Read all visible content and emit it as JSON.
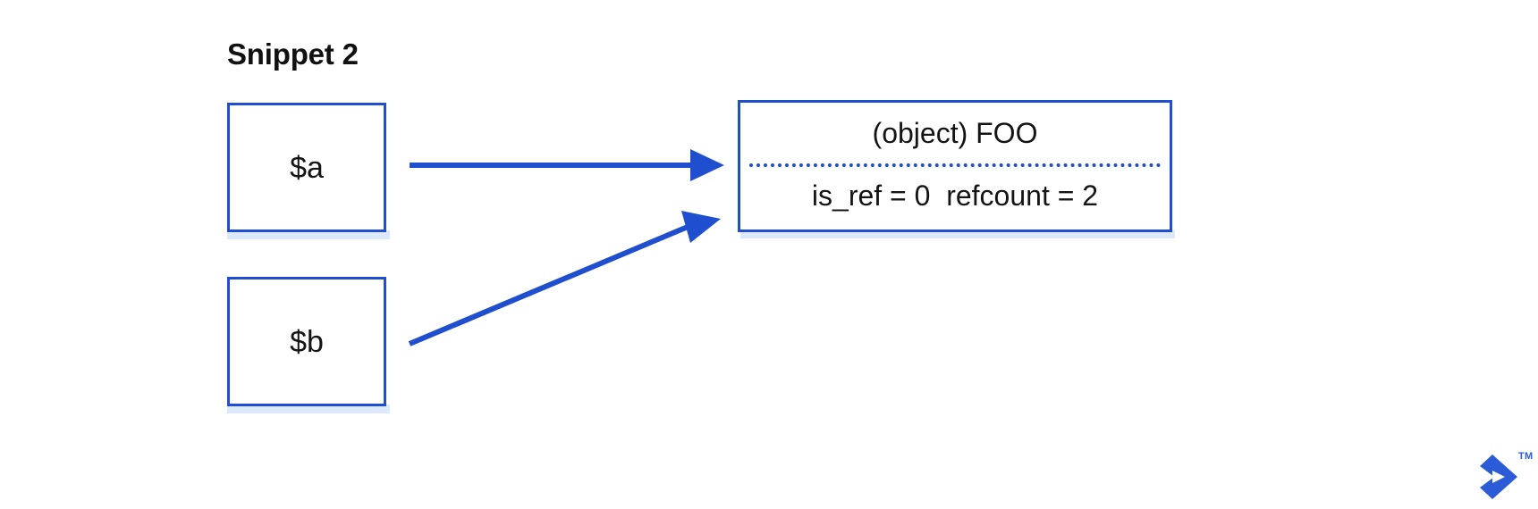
{
  "title": "Snippet 2",
  "variables": [
    {
      "id": "a",
      "label": "$a"
    },
    {
      "id": "b",
      "label": "$b"
    }
  ],
  "object": {
    "title": "(object) FOO",
    "meta": "is_ref = 0  refcount = 2",
    "is_ref": "0",
    "refcount": "2"
  },
  "arrows": [
    {
      "id": "a-to-foo",
      "from": "$a",
      "to": "(object) FOO",
      "style": "straight"
    },
    {
      "id": "b-to-foo",
      "from": "$b",
      "to": "(object) FOO",
      "style": "diagonal"
    }
  ],
  "brand": {
    "logo": "toptal-chevron-logo",
    "trademark": "TM"
  },
  "colors": {
    "accent": "#1f4fce",
    "accent_alt": "#2b5bd7",
    "shadow": "#dbe9fb",
    "text": "#141414",
    "background": "#ffffff"
  }
}
